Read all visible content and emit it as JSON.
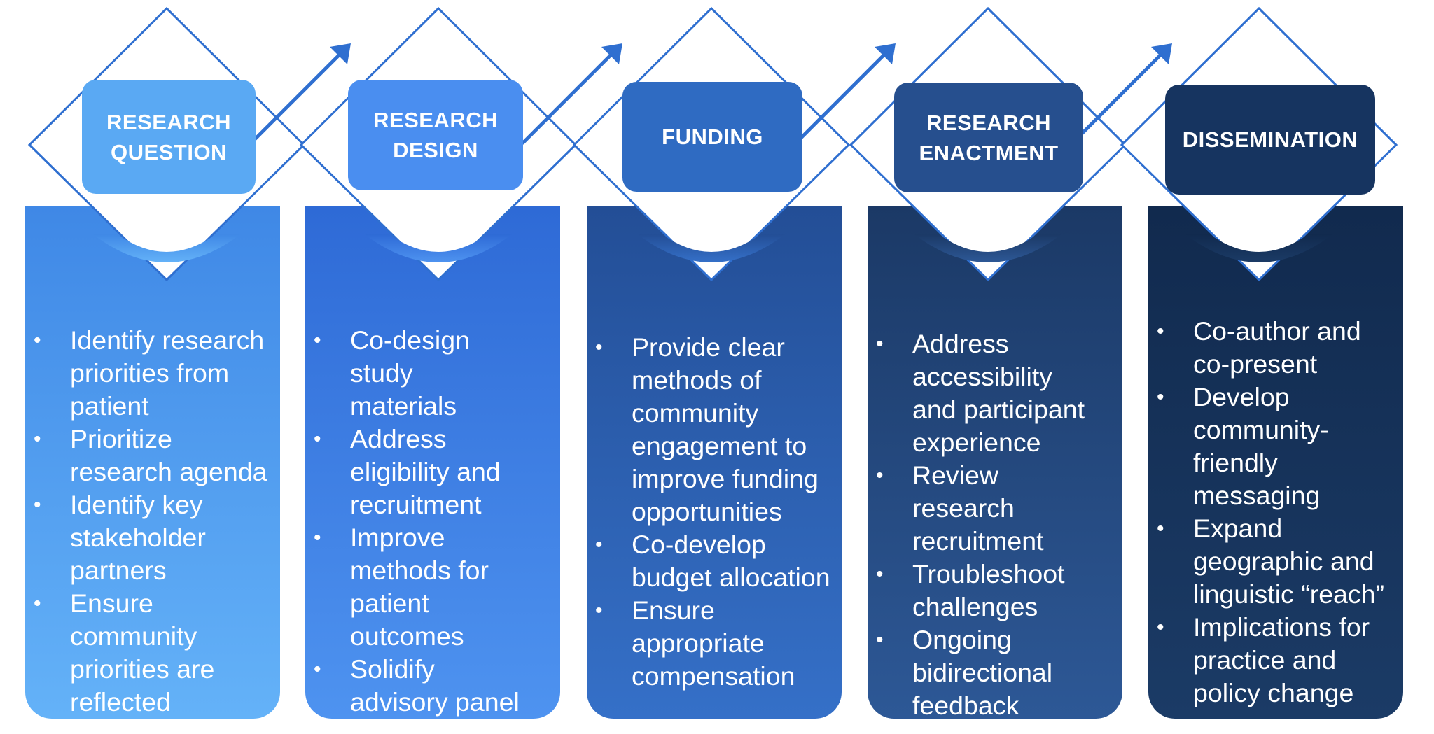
{
  "stages": [
    {
      "title_lines": [
        "RESEARCH",
        "QUESTION"
      ],
      "colors": {
        "box": "#5aa9f3",
        "top": "#3f88e6",
        "bottom": "#64b2f8"
      },
      "bullets": [
        "Identify research priorities from patient",
        "Prioritize research agenda",
        "Identify key stakeholder partners",
        "Ensure community priorities are reflected"
      ],
      "bullet_lines": [
        [
          "Identify research",
          "priorities from",
          "patient"
        ],
        [
          "Prioritize",
          "research agenda"
        ],
        [
          "Identify key",
          "stakeholder",
          "partners"
        ],
        [
          "Ensure",
          "community",
          "priorities are",
          "reflected"
        ]
      ]
    },
    {
      "title_lines": [
        "RESEARCH",
        "DESIGN"
      ],
      "colors": {
        "box": "#4a8ef0",
        "top": "#2e6ad6",
        "bottom": "#4e93f0"
      },
      "bullets": [
        "Co-design study materials",
        "Address eligibility and recruitment",
        "Improve methods for patient outcomes",
        "Solidify advisory panel"
      ],
      "bullet_lines": [
        [
          "Co-design",
          "study",
          "materials"
        ],
        [
          "Address",
          "eligibility and",
          "recruitment"
        ],
        [
          "Improve",
          "methods for",
          "patient",
          "outcomes"
        ],
        [
          "Solidify",
          "advisory panel"
        ]
      ]
    },
    {
      "title_lines": [
        "FUNDING"
      ],
      "colors": {
        "box": "#2f6bc2",
        "top": "#234e96",
        "bottom": "#3570c8"
      },
      "bullets": [
        "Provide clear methods of community engagement to improve funding opportunities",
        "Co-develop budget allocation",
        "Ensure appropriate compensation"
      ],
      "bullet_lines": [
        [
          "Provide clear",
          "methods of",
          "community",
          "engagement to",
          "improve funding",
          "opportunities"
        ],
        [
          "Co-develop",
          "budget allocation"
        ],
        [
          "Ensure",
          "appropriate",
          "compensation"
        ]
      ]
    },
    {
      "title_lines": [
        "RESEARCH",
        "ENACTMENT"
      ],
      "colors": {
        "box": "#264f8e",
        "top": "#1b3966",
        "bottom": "#2d5896"
      },
      "bullets": [
        "Address accessibility and participant experience",
        "Review research recruitment",
        "Troubleshoot challenges",
        "Ongoing bidirectional feedback"
      ],
      "bullet_lines": [
        [
          "Address",
          "accessibility",
          "and participant",
          "experience"
        ],
        [
          "Review",
          "research",
          "recruitment"
        ],
        [
          "Troubleshoot",
          "challenges"
        ],
        [
          "Ongoing",
          "bidirectional",
          "feedback"
        ]
      ]
    },
    {
      "title_lines": [
        "DISSEMINATION"
      ],
      "colors": {
        "box": "#163460",
        "top": "#112a4e",
        "bottom": "#1b3b66"
      },
      "bullets": [
        "Co-author and co-present",
        "Develop community-friendly messaging",
        "Expand geographic and linguistic “reach”",
        "Implications for practice and policy change"
      ],
      "bullet_lines": [
        [
          "Co-author and",
          "co-present"
        ],
        [
          "Develop",
          "community-",
          "friendly",
          "messaging"
        ],
        [
          "Expand",
          "geographic and",
          "linguistic “reach”"
        ],
        [
          "Implications for",
          "practice and",
          "policy change"
        ]
      ]
    }
  ],
  "bullet_symbol": "•",
  "outline_color": "#2f6fd0"
}
